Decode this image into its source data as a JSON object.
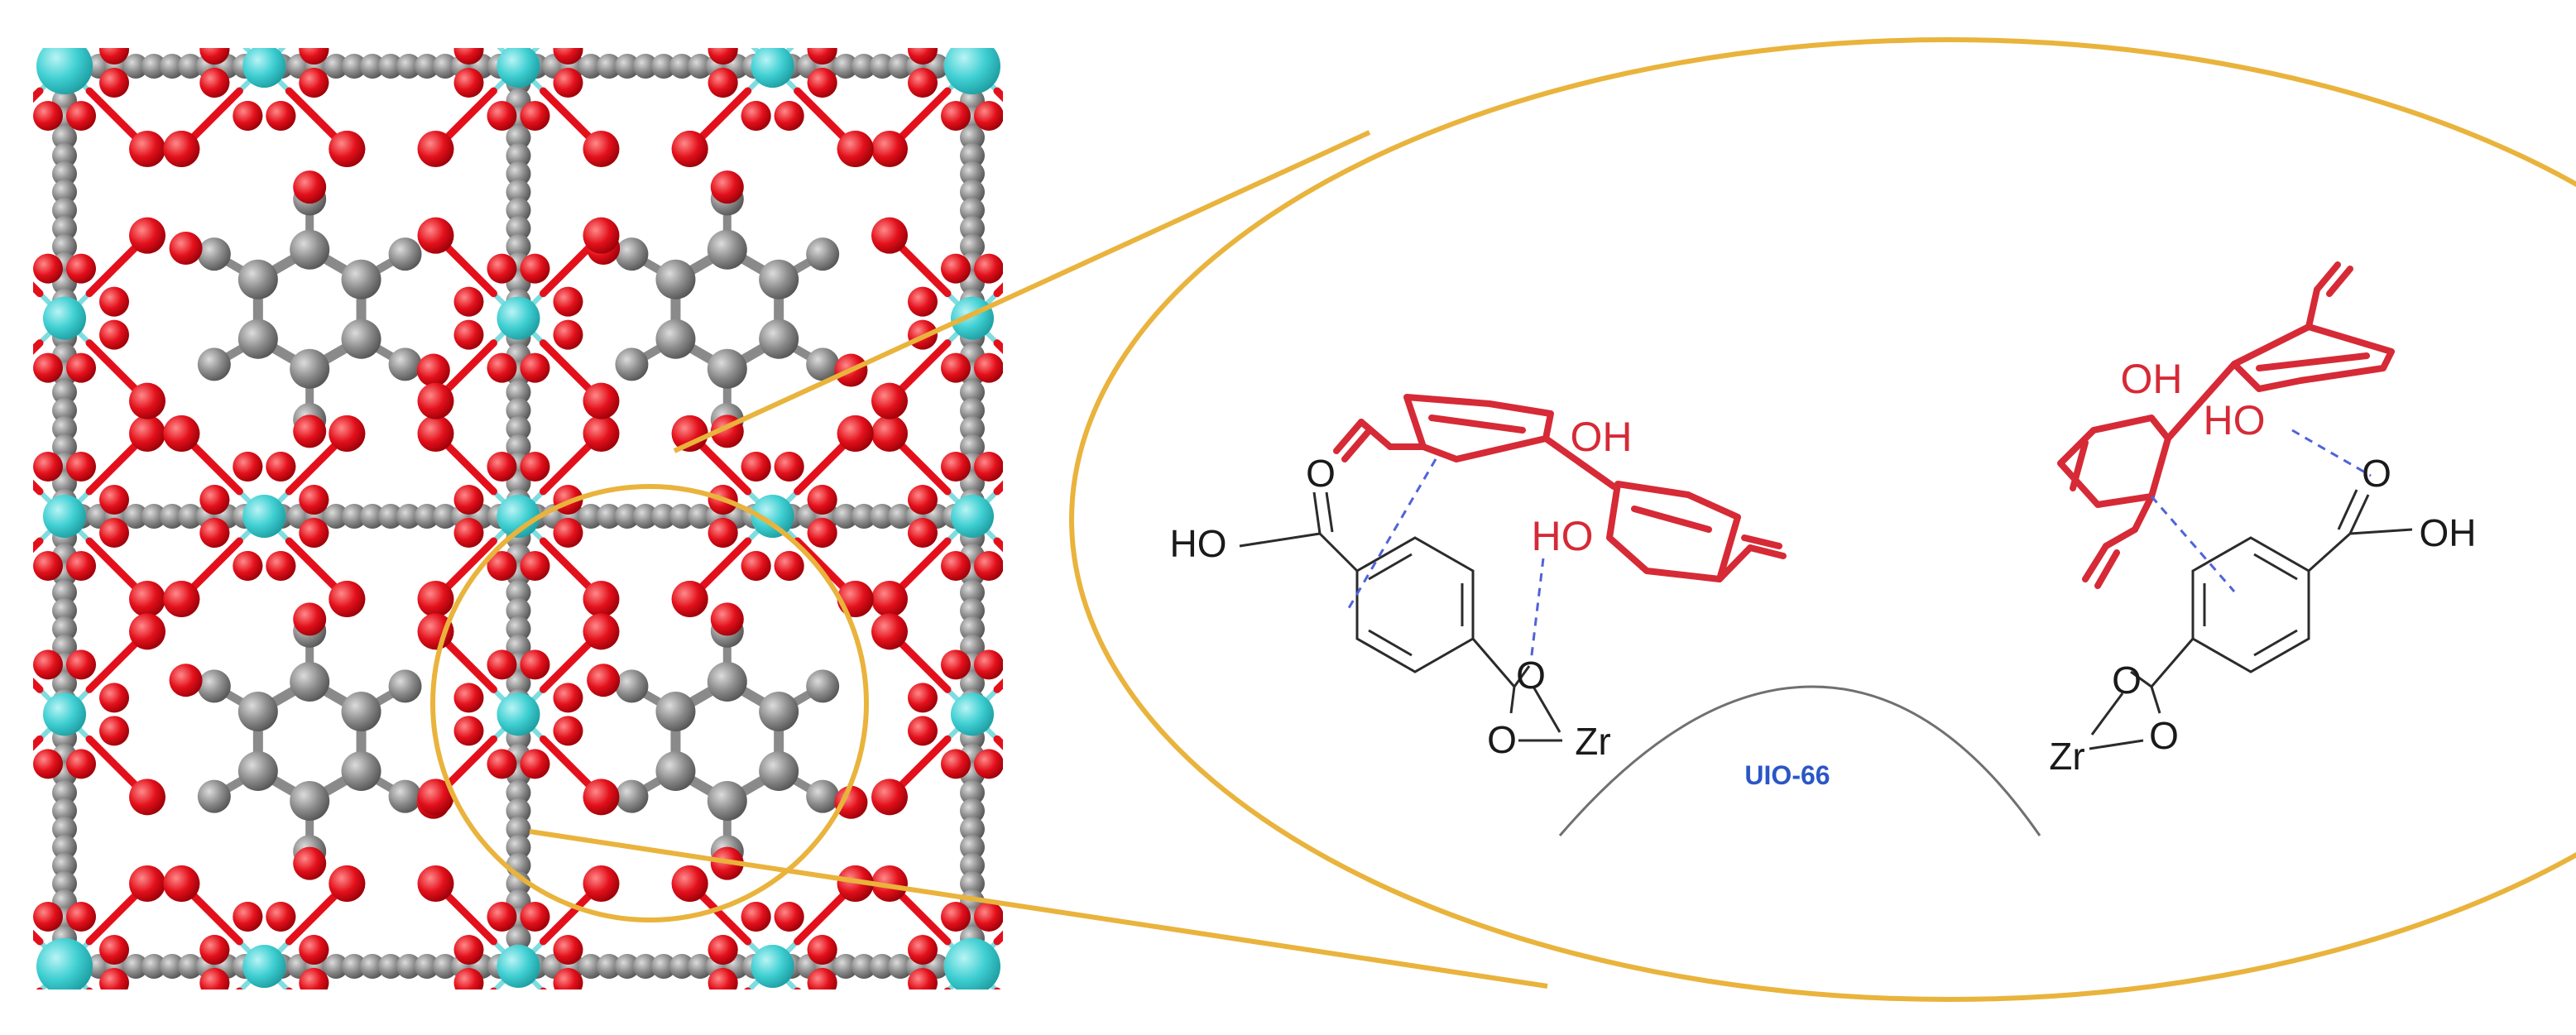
{
  "labels": {
    "oh_left_red": "OH",
    "ho_left_red": "HO",
    "oh_right_red": "OH",
    "ho_right_red": "HO",
    "ho_left_acid": "HO",
    "oh_right_acid": "OH",
    "o_left_acid_top": "O",
    "o_right_acid_top": "O",
    "o_left_ring_1": "O",
    "o_left_ring_2": "O",
    "zr_left": "Zr",
    "o_right_ring_1": "O",
    "o_right_ring_2": "O",
    "zr_right": "Zr",
    "framework": "UIO-66"
  },
  "colors": {
    "zr_atom": "#3fcfd2",
    "zr_bond": "#7fdcdf",
    "oxygen_atom": "#e3101b",
    "carbon_atom": "#8c8c8c",
    "highlight_ring": "#e9b33c",
    "guest_molecule": "#d62a36",
    "interaction_line": "#4f63d8",
    "framework_label": "#2a56c6"
  }
}
